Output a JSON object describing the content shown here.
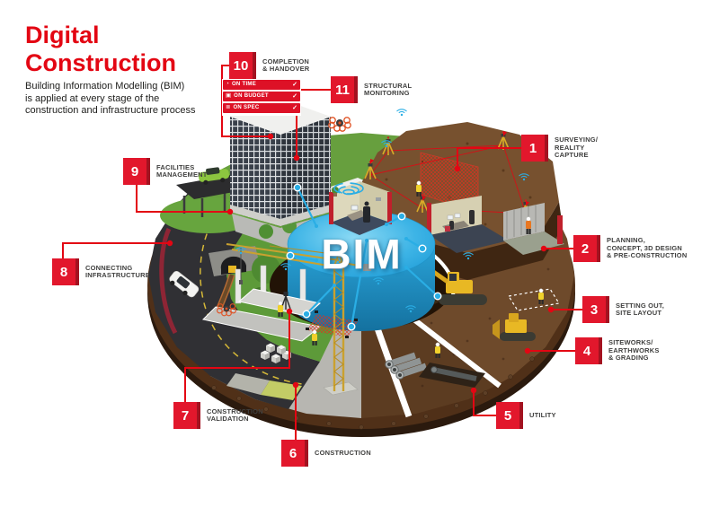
{
  "header": {
    "title": "Digital\nConstruction",
    "subtitle": "Building Information Modelling (BIM)\nis applied at every stage of the\nconstruction and infrastructure process"
  },
  "hub": {
    "label": "BIM"
  },
  "status_panel": {
    "rows": [
      {
        "icon": "clock-icon",
        "glyph": "◔",
        "label": "ON TIME",
        "check": "✓"
      },
      {
        "icon": "budget-icon",
        "glyph": "▣",
        "label": "ON BUDGET",
        "check": "✓"
      },
      {
        "icon": "spec-icon",
        "glyph": "≣",
        "label": "ON SPEC",
        "check": "✓"
      }
    ]
  },
  "stages": [
    {
      "num": "1",
      "label": "SURVEYING/\nREALITY\nCAPTURE"
    },
    {
      "num": "2",
      "label": "PLANNING,\nCONCEPT, 3D DESIGN\n& PRE-CONSTRUCTION"
    },
    {
      "num": "3",
      "label": "SETTING OUT,\nSITE LAYOUT"
    },
    {
      "num": "4",
      "label": "SITEWORKS/\nEARTHWORKS\n& GRADING"
    },
    {
      "num": "5",
      "label": "UTILITY"
    },
    {
      "num": "6",
      "label": "CONSTRUCTION"
    },
    {
      "num": "7",
      "label": "CONSTRUCTION\nVALIDATION"
    },
    {
      "num": "8",
      "label": "CONNECTING\nINFRASTRUCTURE"
    },
    {
      "num": "9",
      "label": "FACILITIES\nMANAGEMENT"
    },
    {
      "num": "10",
      "label": "COMPLETION\n& HANDOVER"
    },
    {
      "num": "11",
      "label": "STRUCTURAL\nMONITORING"
    }
  ],
  "colors": {
    "accent_red": "#e30613",
    "box_red": "#e2172c",
    "bim_blue": "#2aa9e0",
    "soil_brown": "#6e4a2b",
    "label_text": "#3f3f3e"
  }
}
